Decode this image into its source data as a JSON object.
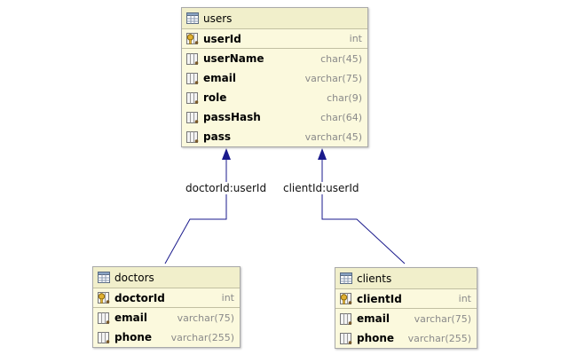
{
  "tables": {
    "users": {
      "name": "users",
      "columns": [
        {
          "name": "userId",
          "type": "int",
          "key": "primary"
        },
        {
          "name": "userName",
          "type": "char(45)",
          "key": "none"
        },
        {
          "name": "email",
          "type": "varchar(75)",
          "key": "none"
        },
        {
          "name": "role",
          "type": "char(9)",
          "key": "none"
        },
        {
          "name": "passHash",
          "type": "char(64)",
          "key": "none"
        },
        {
          "name": "pass",
          "type": "varchar(45)",
          "key": "none"
        }
      ]
    },
    "doctors": {
      "name": "doctors",
      "columns": [
        {
          "name": "doctorId",
          "type": "int",
          "key": "primary"
        },
        {
          "name": "email",
          "type": "varchar(75)",
          "key": "none"
        },
        {
          "name": "phone",
          "type": "varchar(255)",
          "key": "none"
        }
      ]
    },
    "clients": {
      "name": "clients",
      "columns": [
        {
          "name": "clientId",
          "type": "int",
          "key": "primary"
        },
        {
          "name": "email",
          "type": "varchar(75)",
          "key": "none"
        },
        {
          "name": "phone",
          "type": "varchar(255)",
          "key": "none"
        }
      ]
    }
  },
  "relations": [
    {
      "from": "doctors",
      "to": "users",
      "label": "doctorId:userId"
    },
    {
      "from": "clients",
      "to": "users",
      "label": "clientId:userId"
    }
  ],
  "colors": {
    "table_bg": "#fbf9dd",
    "header_bg": "#f1efcb",
    "arrow": "#1a1a8c",
    "type_text": "#8a8a8a"
  },
  "icons": {
    "table": "table-icon",
    "primary_key_column": "primary-key-column-icon",
    "column": "column-icon"
  }
}
